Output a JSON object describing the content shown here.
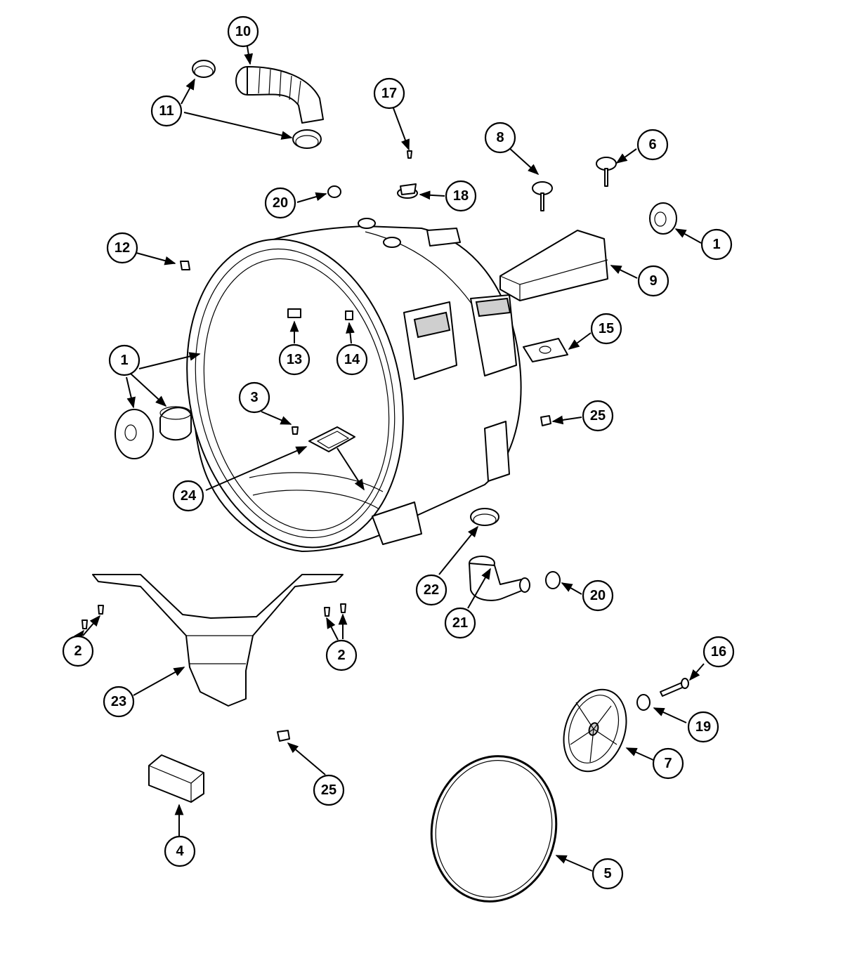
{
  "diagram": {
    "callouts": [
      {
        "id": "c10",
        "label": "10"
      },
      {
        "id": "c11",
        "label": "11"
      },
      {
        "id": "c17",
        "label": "17"
      },
      {
        "id": "c8",
        "label": "8"
      },
      {
        "id": "c6",
        "label": "6"
      },
      {
        "id": "c20a",
        "label": "20"
      },
      {
        "id": "c18",
        "label": "18"
      },
      {
        "id": "c12",
        "label": "12"
      },
      {
        "id": "c1a",
        "label": "1"
      },
      {
        "id": "c9",
        "label": "9"
      },
      {
        "id": "c1b",
        "label": "1"
      },
      {
        "id": "c13",
        "label": "13"
      },
      {
        "id": "c14",
        "label": "14"
      },
      {
        "id": "c15",
        "label": "15"
      },
      {
        "id": "c3",
        "label": "3"
      },
      {
        "id": "c25a",
        "label": "25"
      },
      {
        "id": "c24",
        "label": "24"
      },
      {
        "id": "c22",
        "label": "22"
      },
      {
        "id": "c20b",
        "label": "20"
      },
      {
        "id": "c21",
        "label": "21"
      },
      {
        "id": "c2a",
        "label": "2"
      },
      {
        "id": "c2b",
        "label": "2"
      },
      {
        "id": "c23",
        "label": "23"
      },
      {
        "id": "c16",
        "label": "16"
      },
      {
        "id": "c19",
        "label": "19"
      },
      {
        "id": "c7",
        "label": "7"
      },
      {
        "id": "c25b",
        "label": "25"
      },
      {
        "id": "c4",
        "label": "4"
      },
      {
        "id": "c5",
        "label": "5"
      }
    ]
  }
}
